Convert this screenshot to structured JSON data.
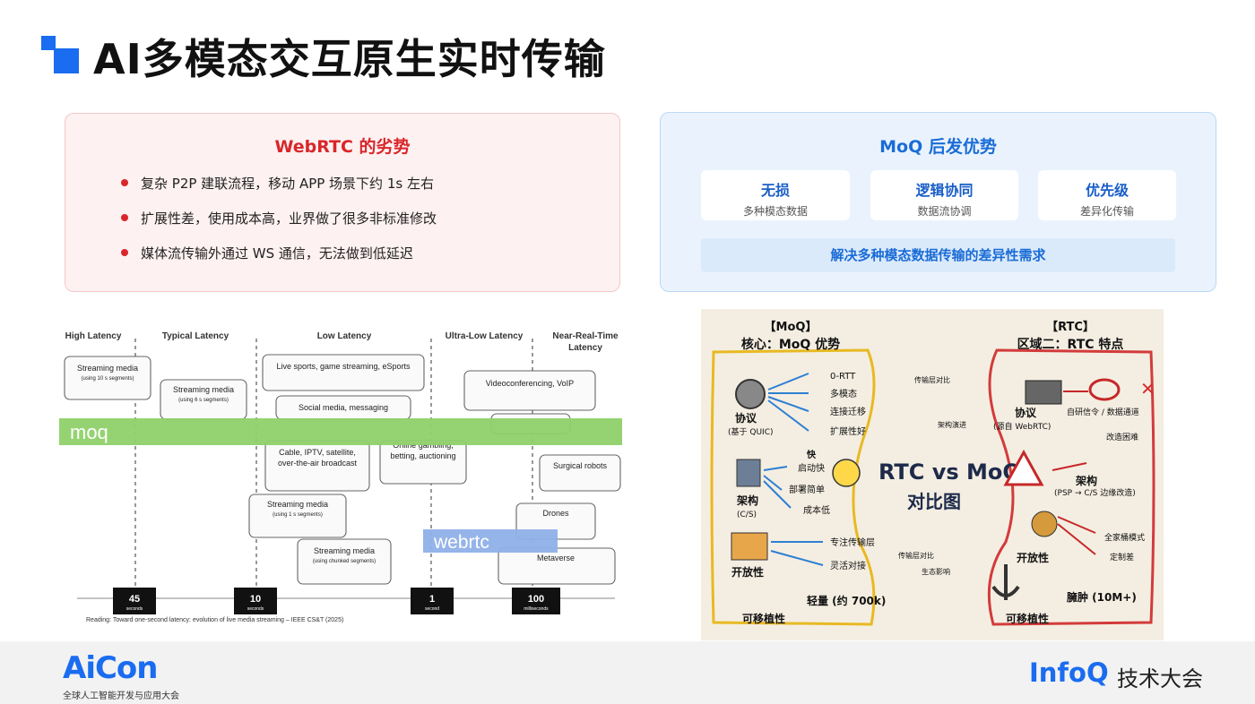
{
  "title": "AI多模态交互原生实时传输",
  "webrtc": {
    "title": "WebRTC 的劣势",
    "bullets": [
      "复杂 P2P 建联流程，移动 APP 场景下约 1s 左右",
      "扩展性差，使用成本高，业界做了很多非标准修改",
      "媒体流传输外通过 WS 通信，无法做到低延迟"
    ]
  },
  "moq": {
    "title": "MoQ 后发优势",
    "features": [
      {
        "title": "无损",
        "sub": "多种模态数据"
      },
      {
        "title": "逻辑协同",
        "sub": "数据流协调"
      },
      {
        "title": "优先级",
        "sub": "差异化传输"
      }
    ],
    "summary": "解决多种模态数据传输的差异性需求"
  },
  "latency": {
    "columns": [
      "High Latency",
      "Typical Latency",
      "Low Latency",
      "Ultra-Low Latency",
      "Near-Real-Time",
      "Latency"
    ],
    "boxes": [
      {
        "text": "Streaming media",
        "sub": "(using 10 s segments)"
      },
      {
        "text": "Streaming media",
        "sub": "(using 6 s segments)"
      },
      {
        "text": "Live sports, game streaming, eSports",
        "sub": ""
      },
      {
        "text": "Social media, messaging",
        "sub": ""
      },
      {
        "text": "Cable, IPTV, satellite,",
        "sub": "over-the-air broadcast"
      },
      {
        "text": "Online gambling,",
        "sub": "betting, auctioning"
      },
      {
        "text": "Streaming media",
        "sub": "(using 1 s segments)"
      },
      {
        "text": "Streaming media",
        "sub": "(using chunked segments)"
      },
      {
        "text": "Videoconferencing, VoIP",
        "sub": ""
      },
      {
        "text": "Surgical robots",
        "sub": ""
      },
      {
        "text": "Drones",
        "sub": ""
      },
      {
        "text": "Metaverse",
        "sub": ""
      }
    ],
    "ticks": [
      {
        "value": "45",
        "unit": "seconds"
      },
      {
        "value": "10",
        "unit": "seconds"
      },
      {
        "value": "1",
        "unit": "second"
      },
      {
        "value": "100",
        "unit": "milliseconds"
      }
    ],
    "caption": "Reading: Toward one-second latency: evolution of live media streaming – IEEE CS&T (2025)",
    "overlay_moq": "moq",
    "overlay_webrtc": "webrtc",
    "colors": {
      "moq": "#8fd16a",
      "webrtc": "#8fb0e8"
    }
  },
  "compare": {
    "left_header": "【MoQ】",
    "left_title": "核心：MoQ 优势",
    "right_header": "【RTC】",
    "right_title": "区域二：RTC 特点",
    "center_big": "RTC vs MoQ",
    "center_sub": "对比图",
    "left_items": {
      "protocol": "协议",
      "protocol_sub": "(基于 QUIC)",
      "rtt": "0-RTT",
      "multimodal": "多模态",
      "migration": "连接迁移",
      "extensible": "扩展性好",
      "arch": "架构",
      "arch_sub": "(C/S)",
      "fast": "快",
      "fast_start": "启动快",
      "deploy": "部署简单",
      "cost": "成本低",
      "open": "开放性",
      "focus": "专注传输层",
      "flex": "灵活对接",
      "port": "可移植性",
      "light": "轻量 (约 700k)"
    },
    "right_items": {
      "protocol": "协议",
      "protocol_sub": "(源自 WebRTC)",
      "signal": "自研信令 / 数据通道",
      "hard": "改造困难",
      "arch": "架构",
      "arch_sub": "(PSP → C/S 边缘改造)",
      "open": "开放性",
      "bucket": "全家桶模式",
      "custom": "定制差",
      "port": "可移植性",
      "bloat": "臃肿 (10M+)"
    },
    "middle_labels": [
      "传输层对比",
      "架构演进",
      "传输层对比",
      "生态影响"
    ]
  },
  "footer": {
    "aicon": "AiCon",
    "aicon_sub": "全球人工智能开发与应用大会",
    "infoq": "InfoQ",
    "infoq_sub": "技术大会"
  }
}
